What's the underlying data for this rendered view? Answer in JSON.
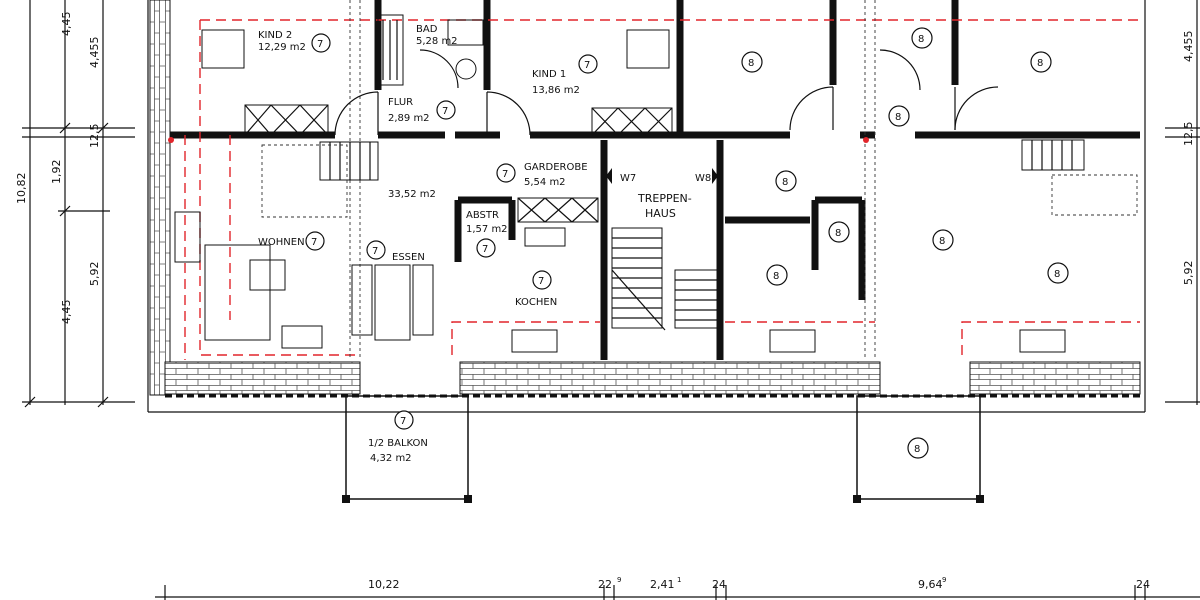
{
  "rooms": [
    {
      "name": "KIND 2",
      "area": "12,29 m2",
      "num": "7"
    },
    {
      "name": "BAD",
      "area": "5,28 m2",
      "num": ""
    },
    {
      "name": "KIND 1",
      "area": "13,86 m2",
      "num": "7"
    },
    {
      "name": "FLUR",
      "area": "2,89 m2",
      "num": "7"
    },
    {
      "name": "GARDEROBE",
      "area": "5,54 m2",
      "num": "7"
    },
    {
      "name": "",
      "area": "33,52 m2",
      "num": ""
    },
    {
      "name": "ABSTR",
      "area": "1,57 m2",
      "num": "7"
    },
    {
      "name": "WOHNEN",
      "area": "",
      "num": "7"
    },
    {
      "name": "ESSEN",
      "area": "",
      "num": "7"
    },
    {
      "name": "KOCHEN",
      "area": "",
      "num": "7"
    },
    {
      "name": "1/2 BALKON",
      "area": "4,32 m2",
      "num": "7"
    }
  ],
  "stair": {
    "line1": "TREPPEN-",
    "line2": "HAUS",
    "left_wall": "W7",
    "right_wall": "W8"
  },
  "unit_labels": [
    "8",
    "8",
    "8",
    "8",
    "8",
    "8",
    "8",
    "8",
    "8",
    "8"
  ],
  "dims_left": [
    "4,45",
    "4,455",
    "10,82",
    "12,5",
    "1,92",
    "5,92",
    "4,45"
  ],
  "dims_right": [
    "4,455",
    "12,5",
    "5,92"
  ],
  "dims_bottom": [
    "10,22",
    "22",
    "2,41",
    "24",
    "9,64",
    "24"
  ],
  "sup": {
    "one": "1",
    "nine": "9"
  }
}
